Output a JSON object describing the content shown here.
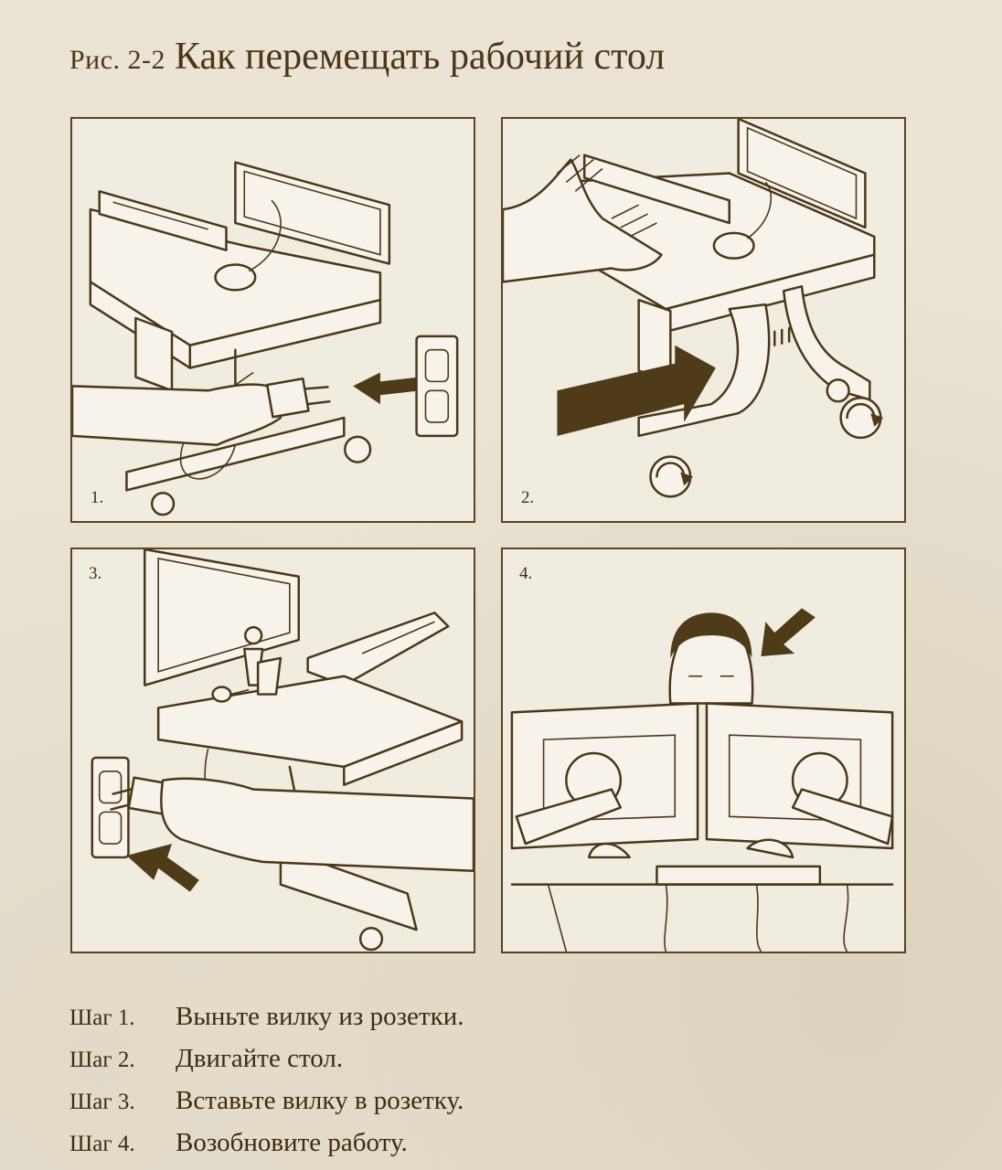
{
  "title": {
    "prefix": "Рис. 2-2",
    "main": "Как перемещать рабочий стол"
  },
  "panels": [
    {
      "number": "1."
    },
    {
      "number": "2."
    },
    {
      "number": "3."
    },
    {
      "number": "4."
    }
  ],
  "steps": [
    {
      "label": "Шаг 1.",
      "text": "Выньте вилку из розетки."
    },
    {
      "label": "Шаг 2.",
      "text": "Двигайте стол."
    },
    {
      "label": "Шаг 3.",
      "text": "Вставьте вилку в розетку."
    },
    {
      "label": "Шаг 4.",
      "text": "Возобновите работу."
    }
  ],
  "colors": {
    "background": "#ebe4d4",
    "ink": "#4a3718"
  }
}
